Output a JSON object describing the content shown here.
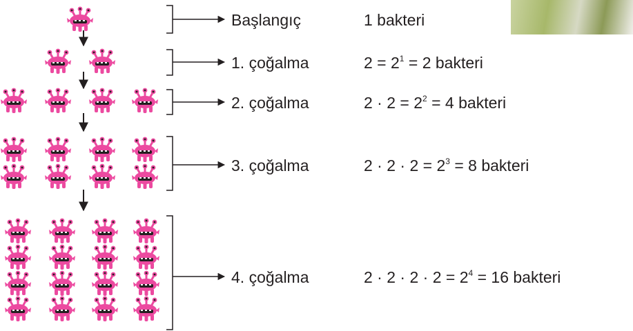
{
  "steps": [
    {
      "stage": "Başlangıç",
      "formula_parts": [
        "1 bakteri"
      ],
      "exponent": "",
      "tail": ""
    },
    {
      "stage": "1. çoğalma",
      "formula_parts": [
        "2 = 2"
      ],
      "exponent": "1",
      "tail": " = 2 bakteri"
    },
    {
      "stage": "2. çoğalma",
      "formula_parts": [
        "2 · 2 = 2"
      ],
      "exponent": "2",
      "tail": " = 4 bakteri"
    },
    {
      "stage": "3. çoğalma",
      "formula_parts": [
        "2 · 2 · 2 = 2"
      ],
      "exponent": "3",
      "tail": " = 8 bakteri"
    },
    {
      "stage": "4. çoğalma",
      "formula_parts": [
        "2 · 2 · 2 · 2 = 2"
      ],
      "exponent": "4",
      "tail": " = 16 bakteri"
    }
  ],
  "bacteria_counts": [
    1,
    2,
    4,
    8,
    16
  ],
  "colors": {
    "bacterium": "#ec4aa0",
    "text": "#231f20",
    "line": "#231f20"
  },
  "icons": {
    "bacterium": "pink-bacterium-icon",
    "arrow": "arrow-down-icon",
    "photo": "photo-thumbnail"
  }
}
